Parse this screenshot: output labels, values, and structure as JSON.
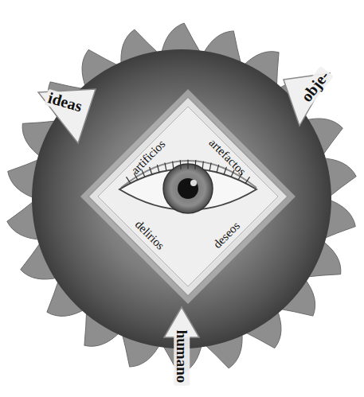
{
  "diagram": {
    "nodes": [
      {
        "text": [
          "ideas"
        ]
      },
      {
        "text": [
          "obje-"
        ]
      },
      {
        "text": [
          "artificios",
          "artefactos",
          "delirios",
          "deseos"
        ]
      },
      {
        "text": [
          "humano"
        ]
      }
    ]
  }
}
